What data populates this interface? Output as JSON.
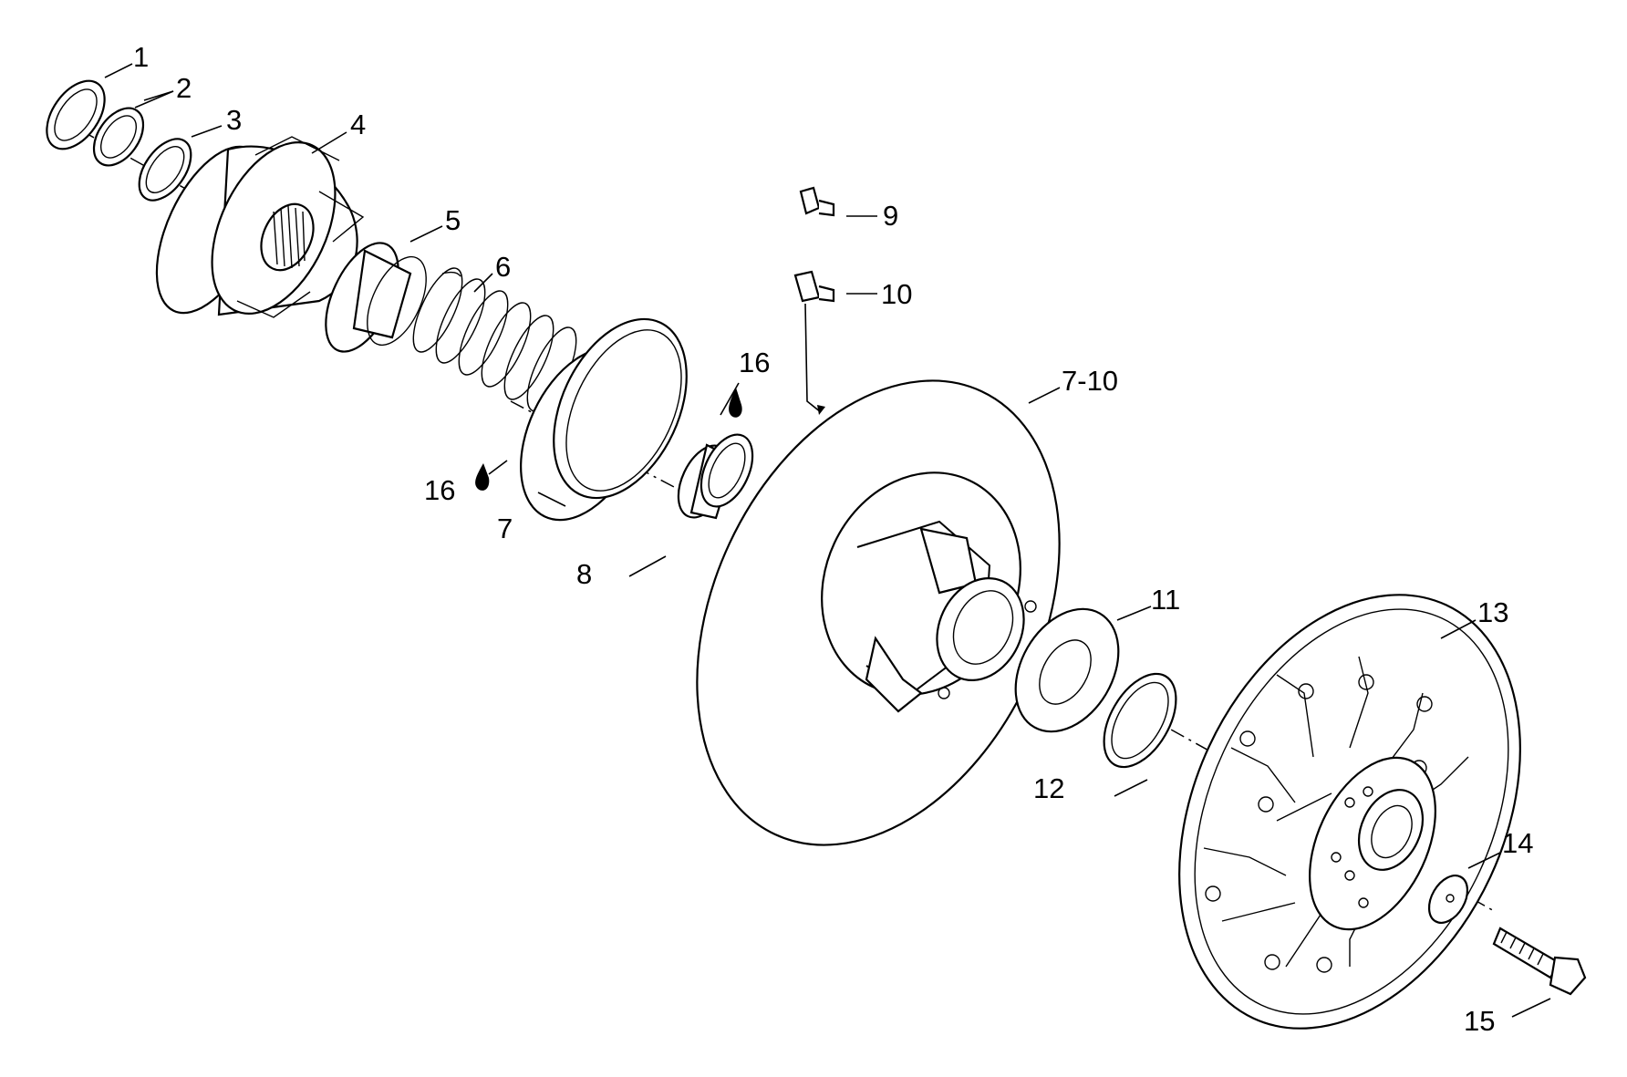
{
  "diagram": {
    "callouts": [
      "1",
      "2",
      "3",
      "4",
      "5",
      "6",
      "7",
      "8",
      "9",
      "10",
      "7-10",
      "11",
      "12",
      "13",
      "14",
      "15",
      "16",
      "16"
    ],
    "grease_symbol": "grease-drop-icon"
  }
}
